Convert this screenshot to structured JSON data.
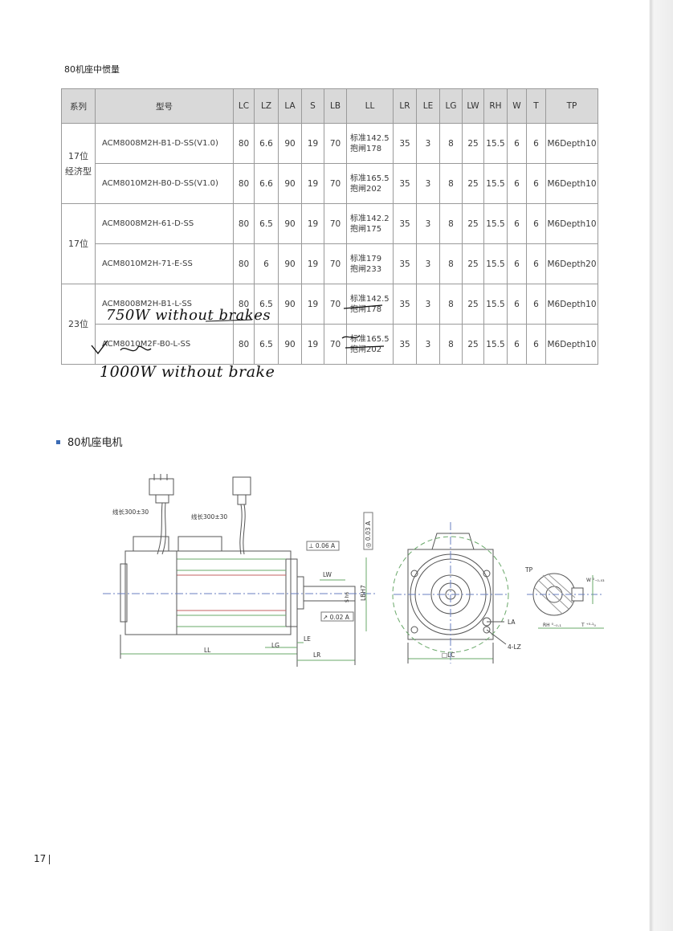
{
  "page": {
    "section_caption": "80机座中惯量",
    "section_title": "80机座电机",
    "page_number": "17"
  },
  "table": {
    "headers": [
      "系列",
      "型号",
      "LC",
      "LZ",
      "LA",
      "S",
      "LB",
      "LL",
      "LR",
      "LE",
      "LG",
      "LW",
      "RH",
      "W",
      "T",
      "TP"
    ],
    "groups": [
      {
        "series_lines": [
          "17位",
          "经济型"
        ],
        "rows": [
          {
            "model": "ACM8008M2H-B1-D-SS(V1.0)",
            "LC": "80",
            "LZ": "6.6",
            "LA": "90",
            "S": "19",
            "LB": "70",
            "LL": [
              "标准142.5",
              "抱闸178"
            ],
            "LR": "35",
            "LE": "3",
            "LG": "8",
            "LW": "25",
            "RH": "15.5",
            "W": "6",
            "T": "6",
            "TP": "M6Depth10"
          },
          {
            "model": "ACM8010M2H-B0-D-SS(V1.0)",
            "LC": "80",
            "LZ": "6.6",
            "LA": "90",
            "S": "19",
            "LB": "70",
            "LL": [
              "标准165.5",
              "抱闸202"
            ],
            "LR": "35",
            "LE": "3",
            "LG": "8",
            "LW": "25",
            "RH": "15.5",
            "W": "6",
            "T": "6",
            "TP": "M6Depth10"
          }
        ]
      },
      {
        "series_lines": [
          "17位"
        ],
        "rows": [
          {
            "model": "ACM8008M2H-61-D-SS",
            "LC": "80",
            "LZ": "6.5",
            "LA": "90",
            "S": "19",
            "LB": "70",
            "LL": [
              "标准142.2",
              "抱闸175"
            ],
            "LR": "35",
            "LE": "3",
            "LG": "8",
            "LW": "25",
            "RH": "15.5",
            "W": "6",
            "T": "6",
            "TP": "M6Depth10"
          },
          {
            "model": "ACM8010M2H-71-E-SS",
            "LC": "80",
            "LZ": "6",
            "LA": "90",
            "S": "19",
            "LB": "70",
            "LL": [
              "标准179",
              "抱闸233"
            ],
            "LR": "35",
            "LE": "3",
            "LG": "8",
            "LW": "25",
            "RH": "15.5",
            "W": "6",
            "T": "6",
            "TP": "M6Depth20"
          }
        ]
      },
      {
        "series_lines": [
          "23位"
        ],
        "rows": [
          {
            "model": "ACM8008M2H-B1-L-SS",
            "LC": "80",
            "LZ": "6.5",
            "LA": "90",
            "S": "19",
            "LB": "70",
            "LL": [
              "标准142.5",
              "抱闸178"
            ],
            "LR": "35",
            "LE": "3",
            "LG": "8",
            "LW": "25",
            "RH": "15.5",
            "W": "6",
            "T": "6",
            "TP": "M6Depth10"
          },
          {
            "model": "ACM8010M2F-B0-L-SS",
            "LC": "80",
            "LZ": "6.5",
            "LA": "90",
            "S": "19",
            "LB": "70",
            "LL": [
              "标准165.5",
              "抱闸202"
            ],
            "LR": "35",
            "LE": "3",
            "LG": "8",
            "LW": "25",
            "RH": "15.5",
            "W": "6",
            "T": "6",
            "TP": "M6Depth10"
          }
        ]
      }
    ]
  },
  "handwritten_notes": [
    "750W without brakes",
    "1000W without brake"
  ],
  "drawing_labels": {
    "cable_length_1": "线长300±30",
    "cable_length_2": "线长300±30",
    "perpendicularity": "⊥ 0.06 A",
    "concentricity": "◎ 0.03 A",
    "runout": "↗ 0.02 A",
    "datum": "A",
    "LW": "LW",
    "shaft_dia": "S h6",
    "LBH7": "LBH7",
    "LL": "LL",
    "LG": "LG",
    "LE": "LE",
    "LR": "LR",
    "LA": "LA",
    "hole_count": "4-LZ",
    "square_LC": "□LC",
    "TP": "TP",
    "W_tol": "W ⁰₋₀.₀₃",
    "RH_tol": "RH ⁰₋₀.₁",
    "T_tol": "T ⁺⁰·¹₀"
  },
  "colors": {
    "table_header_bg": "#d9d9d9",
    "table_border": "#9a9a9a",
    "bullet": "#3b6bb5",
    "drawing_line": "#555555",
    "dim_green": "#6aa86a",
    "dim_red": "#c46060",
    "dim_blue": "#6a7fc0"
  }
}
